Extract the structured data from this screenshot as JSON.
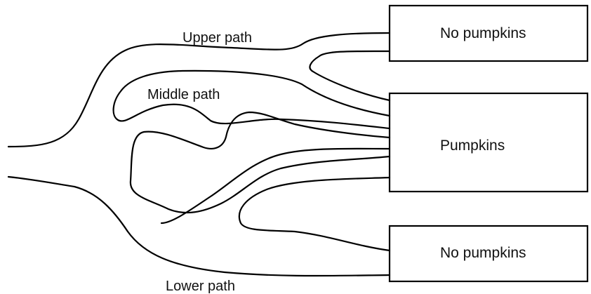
{
  "labels": {
    "upper": "Upper path",
    "middle": "Middle path",
    "lower": "Lower path"
  },
  "boxes": {
    "top": "No pumpkins",
    "middle": "Pumpkins",
    "bottom": "No pumpkins"
  }
}
